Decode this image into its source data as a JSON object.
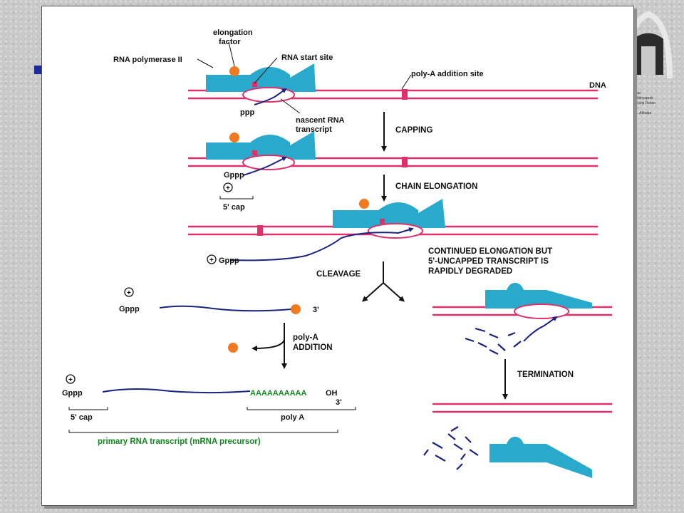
{
  "diagram": {
    "labels": {
      "elongation_factor_1": "elongation",
      "elongation_factor_2": "factor",
      "rna_pol": "RNA polymerase II",
      "rna_start": "RNA start site",
      "polya_site": "poly-A addition site",
      "dna": "DNA",
      "ppp": "ppp",
      "nascent_1": "nascent RNA",
      "nascent_2": "transcript",
      "gppp_1": "Gppp",
      "cap_1": "5' cap",
      "gppp_2": "Gppp",
      "gppp_3": "Gppp",
      "three_prime_1": "3'",
      "polya_add_1": "poly-A",
      "polya_add_2": "ADDITION",
      "gppp_4": "Gppp",
      "polya_seq": "AAAAAAAAAA",
      "oh": "OH",
      "three_prime_2": "3'",
      "cap_2": "5' cap",
      "poly_a": "poly A",
      "primary": "primary RNA transcript (mRNA precursor)",
      "cap_symbol": "+"
    },
    "steps": {
      "capping": "CAPPING",
      "chain_elongation": "CHAIN ELONGATION",
      "cleavage": "CLEAVAGE",
      "continued_1": "CONTINUED ELONGATION BUT",
      "continued_2": "5'-UNCAPPED TRANSCRIPT IS",
      "continued_3": "RAPIDLY DEGRADED",
      "termination": "TERMINATION"
    },
    "colors": {
      "dna": "#e0306a",
      "polymerase": "#29a9cc",
      "elongation_factor": "#f07a20",
      "rna": "#1a237e",
      "poly_a": "#118a1e",
      "site_marker": "#e0306a"
    }
  },
  "background": {
    "logo_text": "Ilac\nAltinyaprak\nKoloji Dekan\n—\n... Akbaba"
  }
}
